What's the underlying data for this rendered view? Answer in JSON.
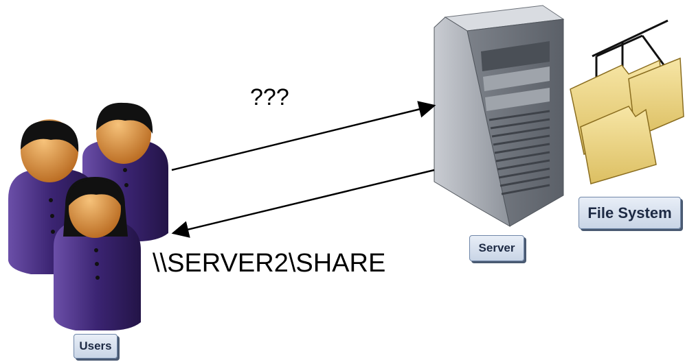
{
  "nodes": {
    "users_label": "Users",
    "server_label": "Server",
    "filesystem_label": "File System"
  },
  "edges": {
    "request_label": "???",
    "response_label": "\\\\SERVER2\\SHARE"
  },
  "colors": {
    "user_body": "#3b2472",
    "user_skin": "#e0973f",
    "hair": "#111111",
    "server_body": "#b7bcc4",
    "folder": "#f1d98a",
    "arrow": "#000000"
  }
}
